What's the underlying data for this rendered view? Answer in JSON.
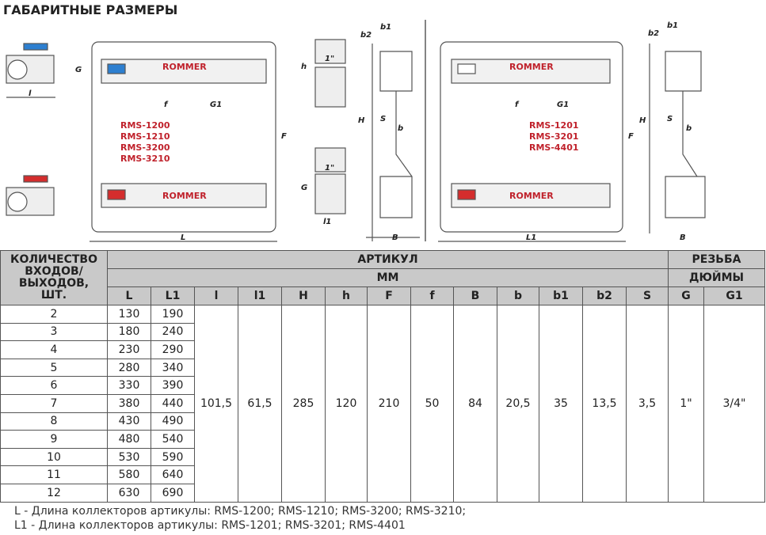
{
  "title": "ГАБАРИТНЫЕ РАЗМЕРЫ",
  "drawing": {
    "brand": "ROMMER",
    "models_left": [
      "RMS-1200",
      "RMS-1210",
      "RMS-3200",
      "RMS-3210"
    ],
    "models_right": [
      "RMS-1201",
      "RMS-3201",
      "RMS-4401"
    ],
    "labels": {
      "f": "f",
      "G1": "G1",
      "F": "F",
      "L": "L",
      "L1": "L1",
      "l": "l",
      "l1": "l1",
      "G": "G",
      "h": "h",
      "H": "H",
      "S": "S",
      "b": "b",
      "b1": "b1",
      "b2": "b2",
      "B": "B",
      "inch": "1\""
    }
  },
  "table": {
    "qty_header": [
      "КОЛИЧЕСТВО",
      "ВХОДОВ/",
      "ВЫХОДОВ,",
      "ШТ."
    ],
    "article": "АРТИКУЛ",
    "mm": "ММ",
    "thread": "РЕЗЬБА",
    "inches": "ДЮЙМЫ",
    "columns": [
      "L",
      "L1",
      "l",
      "l1",
      "H",
      "h",
      "F",
      "f",
      "B",
      "b",
      "b1",
      "b2",
      "S",
      "G",
      "G1"
    ],
    "rows": [
      [
        "2",
        "130",
        "190"
      ],
      [
        "3",
        "180",
        "240"
      ],
      [
        "4",
        "230",
        "290"
      ],
      [
        "5",
        "280",
        "340"
      ],
      [
        "6",
        "330",
        "390"
      ],
      [
        "7",
        "380",
        "440"
      ],
      [
        "8",
        "430",
        "490"
      ],
      [
        "9",
        "480",
        "540"
      ],
      [
        "10",
        "530",
        "590"
      ],
      [
        "11",
        "580",
        "640"
      ],
      [
        "12",
        "630",
        "690"
      ]
    ],
    "common": [
      "101,5",
      "61,5",
      "285",
      "120",
      "210",
      "50",
      "84",
      "20,5",
      "35",
      "13,5",
      "3,5",
      "1\"",
      "3/4\""
    ]
  },
  "notes": [
    "L - Длина коллекторов артикулы: RMS-1200; RMS-1210; RMS-3200; RMS-3210;",
    "L1 - Длина коллекторов артикулы: RMS-1201; RMS-3201; RMS-4401"
  ]
}
